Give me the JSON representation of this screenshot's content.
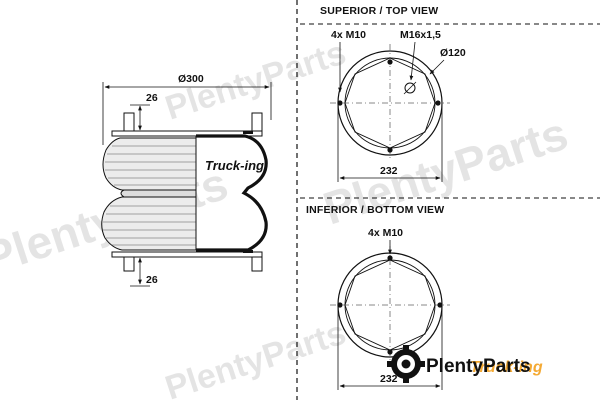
{
  "left_view": {
    "diameter_label": "Ø300",
    "top_height_label": "26",
    "bottom_height_label": "26",
    "brand_logo_text": "Truck-ing"
  },
  "top_view": {
    "header": "SUPERIOR / TOP VIEW",
    "holes_label": "4x M10",
    "thread_label": "M16x1,5",
    "inner_diameter_label": "Ø120",
    "width_label": "232"
  },
  "bottom_view": {
    "header": "INFERIOR / BOTTOM VIEW",
    "holes_label": "4x M10",
    "width_label": "232"
  },
  "watermark": {
    "brand": "PlentyParts",
    "overlay_logo_text": "Truck-ing",
    "colors": {
      "text": "#111111",
      "accent": "#f39c12"
    }
  }
}
